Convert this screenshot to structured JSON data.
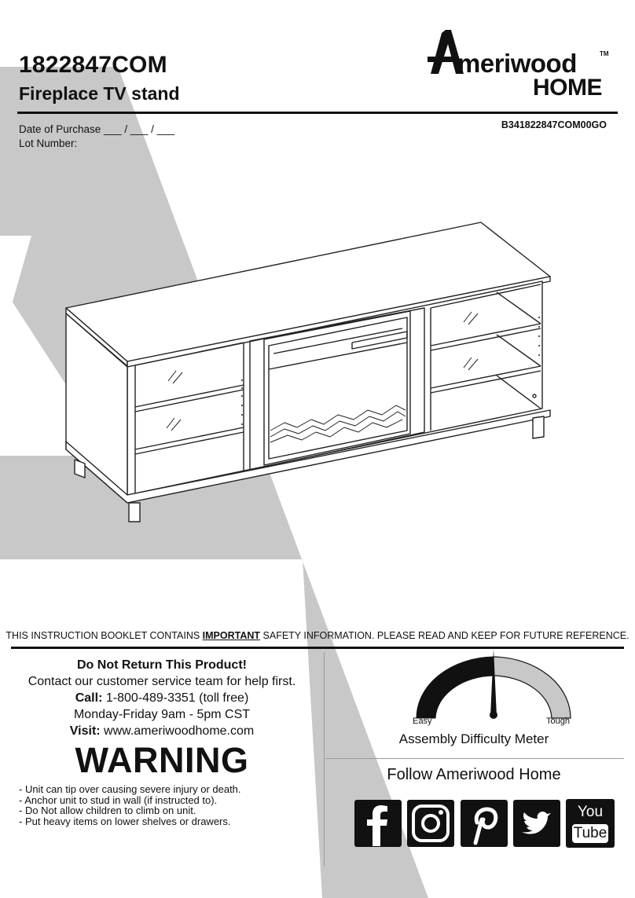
{
  "header": {
    "model_number": "1822847COM",
    "product_name": "Fireplace TV stand",
    "purchase_label": "Date of Purchase ___ / ___ / ___",
    "lot_label": "Lot Number:",
    "sku": "B341822847COM00GO"
  },
  "brand": {
    "letter": "A",
    "word": "meriwood",
    "tm": "TM",
    "sub": "HOME"
  },
  "notice": {
    "prefix": "THIS INSTRUCTION BOOKLET CONTAINS ",
    "emphasis": "IMPORTANT",
    "suffix": " SAFETY INFORMATION. PLEASE READ AND KEEP FOR FUTURE REFERENCE."
  },
  "contact": {
    "heading": "Do Not Return This Product!",
    "line1": "Contact our customer service team for help first.",
    "call_label": "Call:",
    "call_value": " 1-800-489-3351 (toll free)",
    "hours": "Monday-Friday 9am - 5pm CST",
    "visit_label": "Visit:",
    "visit_value": " www.ameriwoodhome.com"
  },
  "warning": {
    "title": "WARNING",
    "items": [
      "- Unit can tip over causing severe injury or death.",
      "- Anchor unit to stud in wall (if instructed to).",
      "- Do Not allow children to climb on unit.",
      "- Put heavy items on lower shelves or drawers."
    ]
  },
  "meter": {
    "label": "Assembly Difficulty Meter",
    "easy": "Easy",
    "tough": "Tough",
    "level": 0.5
  },
  "social": {
    "follow": "Follow Ameriwood Home",
    "icons": [
      "facebook-icon",
      "instagram-icon",
      "pinterest-icon",
      "twitter-icon",
      "youtube-icon"
    ],
    "youtube_top": "You",
    "youtube_bottom": "Tube"
  },
  "colors": {
    "background_shape": "#c8c8c8",
    "meter_fill": "#111111",
    "meter_empty": "#c8c8c8",
    "text": "#111111"
  }
}
